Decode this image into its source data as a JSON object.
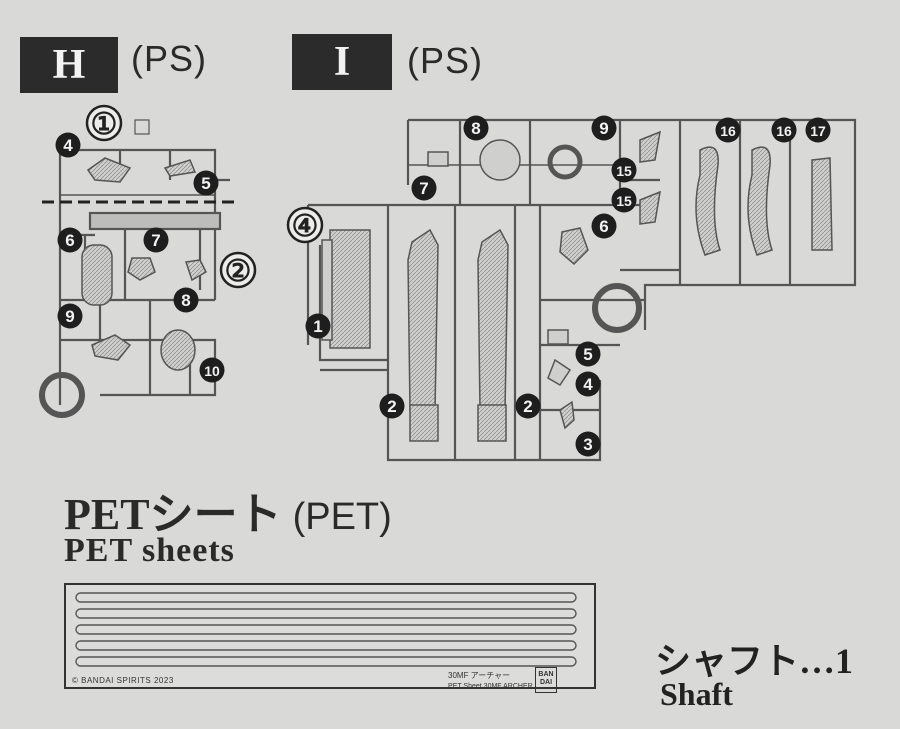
{
  "sections": [
    {
      "id": "H",
      "letter": "H",
      "material": "(PS)"
    },
    {
      "id": "I",
      "letter": "I",
      "material": "(PS)"
    }
  ],
  "runner_h": {
    "circled_labels": [
      "①",
      "②"
    ],
    "part_numbers": [
      "4",
      "5",
      "6",
      "7",
      "8",
      "9",
      "10"
    ]
  },
  "runner_i": {
    "circled_labels": [
      "④"
    ],
    "part_numbers": [
      "8",
      "9",
      "16",
      "16",
      "17",
      "15",
      "15",
      "7",
      "6",
      "1",
      "5",
      "4",
      "2",
      "2",
      "3"
    ]
  },
  "pet": {
    "title": "PETシート",
    "title_material": "(PET)",
    "subtitle": "PET sheets",
    "copyright": "© BANDAI SPIRITS 2023",
    "code_line1": "30MF アーチャー",
    "code_line2": "PET Sheet 30MF ARCHER",
    "brand": "BANDAI"
  },
  "shaft": {
    "title": "シャフト…1",
    "subtitle": "Shaft"
  },
  "colors": {
    "background": "#d9d9d7",
    "runner_stroke": "#555555",
    "label_bg": "#2b2b2b",
    "badge": "#1e1e1e"
  }
}
